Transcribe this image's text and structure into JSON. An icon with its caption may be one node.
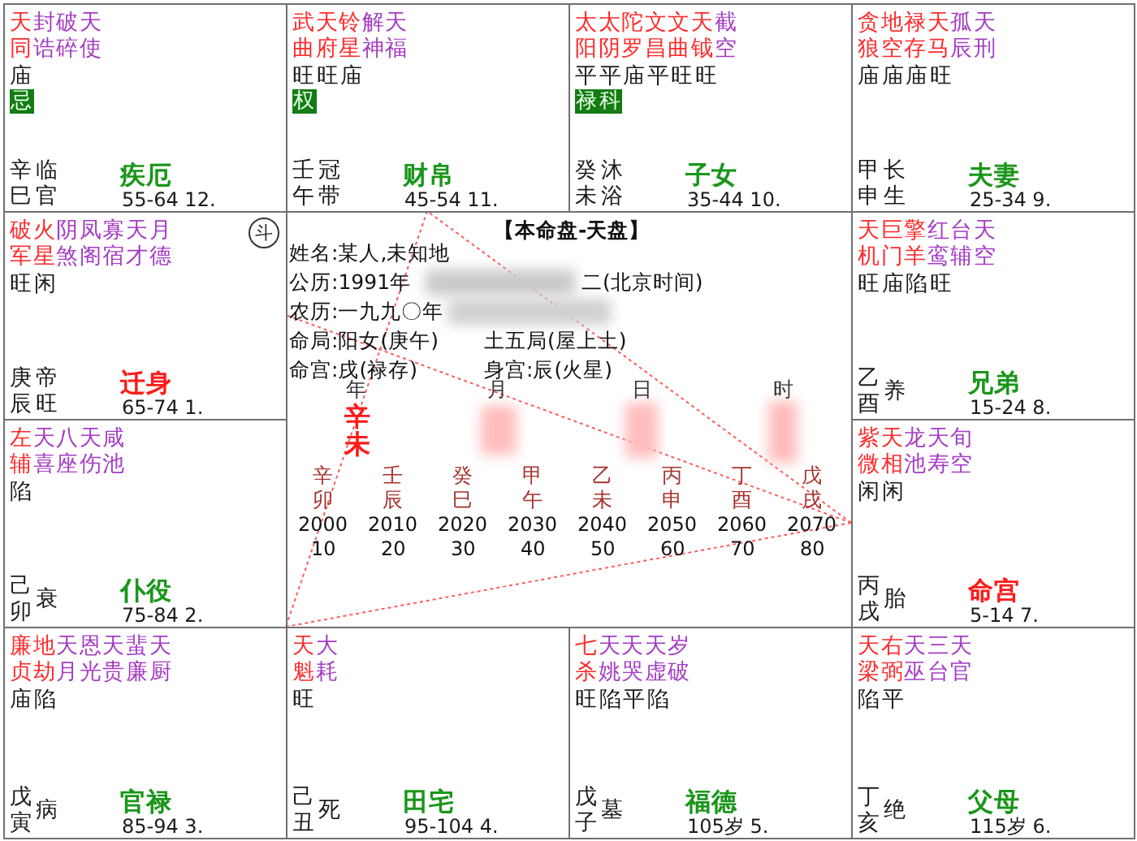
{
  "diagram": {
    "title": "【本命盘-天盘】",
    "nodes": [
      {
        "text": [
          "天同",
          "封诰",
          "破碎",
          "天使",
          "庙",
          "辛巳",
          "临官",
          "疾厄",
          "55-64 12."
        ]
      },
      {
        "text": [
          "忌"
        ],
        "in": 0
      },
      {
        "text": [
          "武曲",
          "天府",
          "铃星",
          "解神",
          "天福",
          "旺旺庙",
          "壬午",
          "冠带",
          "财帛",
          "45-54 11."
        ]
      },
      {
        "text": [
          "权"
        ],
        "in": 2
      },
      {
        "text": [
          "太阳",
          "太阴",
          "陀罗",
          "文昌",
          "文曲",
          "天钺",
          "截空",
          "平平庙平旺旺",
          "癸未",
          "沐浴",
          "子女",
          "35-44 10."
        ]
      },
      {
        "text": [
          "禄科"
        ],
        "in": 4
      },
      {
        "text": [
          "贪狼",
          "地空",
          "禄存",
          "天马",
          "孤辰",
          "天刑",
          "庙庙庙旺",
          "甲申",
          "长生",
          "夫妻",
          "25-34 9."
        ]
      },
      {
        "text": [
          "破军",
          "火星",
          "阴煞",
          "凤阁",
          "寡宿",
          "天才",
          "月德",
          "旺闲",
          "庚辰",
          "帝旺",
          "迁身",
          "65-74 1."
        ]
      },
      {
        "text": [
          "斗"
        ],
        "in": 7
      },
      {
        "text": [
          "天机",
          "巨门",
          "擎羊",
          "红鸾",
          "台辅",
          "天空",
          "旺庙陷旺",
          "乙酉",
          "养",
          "兄弟",
          "15-24 8."
        ]
      },
      {
        "text": [
          "左辅",
          "天喜",
          "八座",
          "天伤",
          "咸池",
          "陷",
          "己卯",
          "衰",
          "仆役",
          "75-84 2."
        ]
      },
      {
        "text": [
          "紫微",
          "天相",
          "龙池",
          "天寿",
          "旬空",
          "闲闲",
          "丙戌",
          "胎",
          "命宫",
          "5-14 7."
        ]
      },
      {
        "text": [
          "廉贞",
          "地劫",
          "天月",
          "恩光",
          "天贵",
          "蜚廉",
          "天厨",
          "庙陷",
          "戊寅",
          "病",
          "官禄",
          "85-94 3."
        ]
      },
      {
        "text": [
          "天魁",
          "大耗",
          "旺",
          "己丑",
          "死",
          "田宅",
          "95-104 4."
        ]
      },
      {
        "text": [
          "七杀",
          "天姚",
          "天哭",
          "天虚",
          "岁破",
          "旺陷平陷",
          "戊子",
          "墓",
          "福德",
          "105岁 5."
        ]
      },
      {
        "text": [
          "天梁",
          "右弼",
          "天巫",
          "三台",
          "天官",
          "陷平",
          "丁亥",
          "绝",
          "父母",
          "115岁 6."
        ]
      }
    ],
    "edges": [
      {
        "from": 11,
        "to": 2,
        "arrow": "none",
        "style": "dashed"
      },
      {
        "from": 11,
        "to": 12,
        "arrow": "none",
        "style": "dashed"
      },
      {
        "from": 2,
        "to": 12,
        "arrow": "none",
        "style": "dashed"
      },
      {
        "from": 11,
        "to": 7,
        "arrow": "none",
        "style": "dashed"
      }
    ],
    "labels": [
      "姓名:某人,未知地",
      "公历:1991年",
      "二(北京时间)",
      "农历:一九九〇年",
      "命局:阳女(庚午)",
      "土五局(屋上土)",
      "命宫:戌(禄存)",
      "身宫:辰(火星)",
      "年",
      "月",
      "日",
      "时",
      "辛未",
      "辛卯",
      "2000",
      "10",
      "壬辰",
      "2010",
      "20",
      "癸巳",
      "2020",
      "30",
      "甲午",
      "2030",
      "40",
      "乙未",
      "2040",
      "50",
      "丙申",
      "2050",
      "60",
      "丁酉",
      "2060",
      "70",
      "戊戌",
      "2070",
      "80"
    ]
  }
}
